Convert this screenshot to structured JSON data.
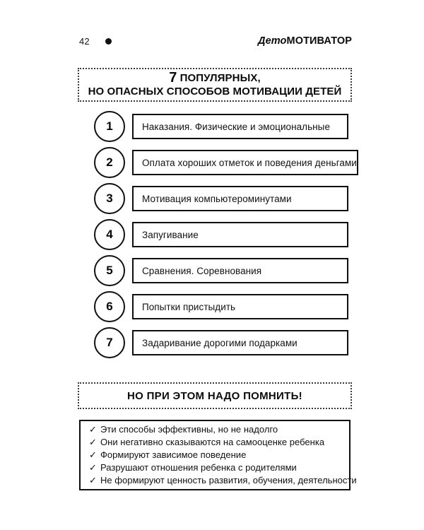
{
  "header": {
    "folio": "42",
    "bullet_icon": "bullet-dot",
    "brand_part_1": "Дето",
    "brand_part_2": "МОТИВАТОР"
  },
  "title_banner": {
    "number": "7",
    "line1_rest": " ПОПУЛЯРНЫХ,",
    "line2": "НО ОПАСНЫХ СПОСОБОВ МОТИВАЦИИ ДЕТЕЙ"
  },
  "list": {
    "items": [
      {
        "number": "1",
        "text": "Наказания. Физические и эмоциональные"
      },
      {
        "number": "2",
        "text": "Оплата хороших отметок и поведения деньгами"
      },
      {
        "number": "3",
        "text": "Мотивация компьютероминутами"
      },
      {
        "number": "4",
        "text": "Запугивание"
      },
      {
        "number": "5",
        "text": "Сравнения. Соревнования"
      },
      {
        "number": "6",
        "text": "Попытки пристыдить"
      },
      {
        "number": "7",
        "text": "Задаривание дорогими подарками"
      }
    ]
  },
  "remember_banner": {
    "text": "НО ПРИ ЭТОМ НАДО ПОМНИТЬ!"
  },
  "checklist": {
    "mark_icon": "check-mark-icon",
    "mark_glyph": "✓",
    "items": [
      "Эти способы эффективны, но не надолго",
      "Они негативно сказываются на самооценке ребенка",
      "Формируют зависимое поведение",
      "Разрушают отношения ребенка с родителями",
      "Не формируют ценность развития, обучения, деятельности"
    ]
  },
  "colors": {
    "ink": "#0f0f0f",
    "paper": "#ffffff",
    "dotted_border": "#3a3a3a"
  }
}
